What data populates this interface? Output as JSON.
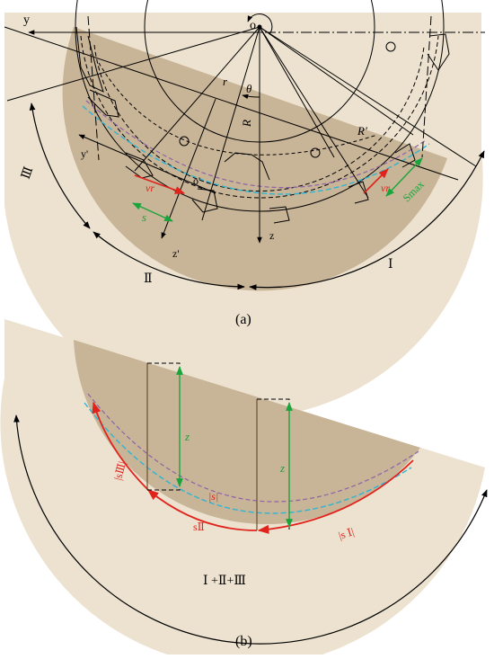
{
  "panel_a": {
    "caption": "(a)",
    "origin": "o",
    "origin_prime": "o'",
    "axes": {
      "y": "y",
      "y_prime": "y'",
      "z": "z",
      "z_prime": "z'"
    },
    "symbols": {
      "r": "r",
      "R": "R",
      "R_prime": "R'",
      "theta": "θ"
    },
    "velocity_left": "vr",
    "velocity_right": "vr",
    "s": "s",
    "s_max": "Smax",
    "zones": {
      "zone_1": "Ⅰ",
      "zone_2": "Ⅱ",
      "zone_3": "Ⅲ"
    }
  },
  "panel_b": {
    "caption": "(b)",
    "depth_1": "z",
    "depth_2": "z",
    "s_III": "|sⅢ|",
    "s": "|s|",
    "s_II": "sⅡ",
    "s_I": "|s Ⅰ|",
    "sum": "Ⅰ +Ⅱ+Ⅲ"
  },
  "colors": {
    "rock": "#ece2cf",
    "excavated": "#c8b496",
    "velocity_red": "#e0231c",
    "dimension_green": "#1aa53c",
    "cyan_dashed": "#2fb5d4",
    "purple_dashed": "#8f62a8"
  }
}
